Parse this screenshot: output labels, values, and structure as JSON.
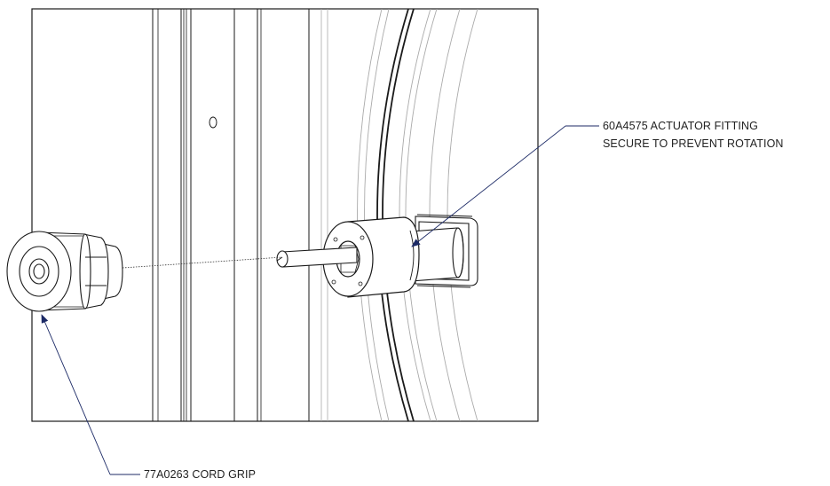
{
  "callouts": {
    "actuator": {
      "line1": "60A4575 ACTUATOR FITTING",
      "line2": "SECURE TO PREVENT ROTATION"
    },
    "cord_grip": {
      "label": "77A0263 CORD GRIP"
    }
  },
  "colors": {
    "line": "#1a1a1a",
    "leader": "#1c2a66",
    "faint": "#9a9a9a"
  }
}
